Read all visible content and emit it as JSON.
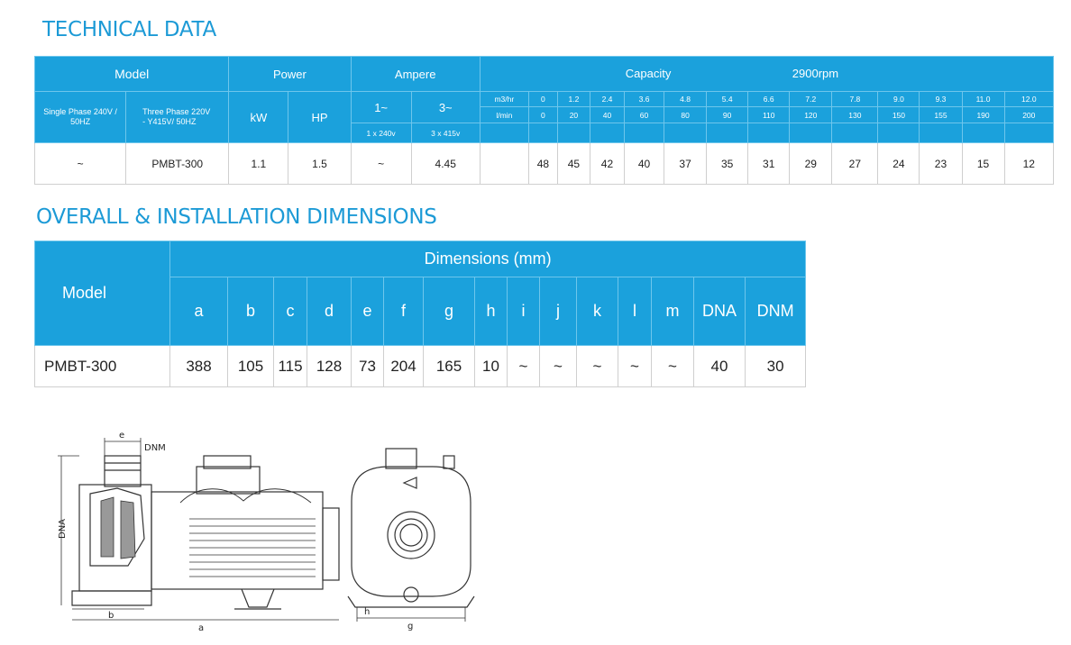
{
  "technical_data": {
    "title": "TECHNICAL DATA",
    "headers": {
      "model": "Model",
      "power": "Power",
      "ampere": "Ampere",
      "capacity": "Capacity",
      "rpm": "2900rpm",
      "single_phase": "Single Phase 240V / 50HZ",
      "three_phase": "Three Phase 220V - Y415V/ 50HZ",
      "kw": "kW",
      "hp": "HP",
      "one_phase": "1~",
      "three_phase_amp": "3~",
      "one_voltage": "1 x 240v",
      "three_voltage": "3 x 415v",
      "m3hr_label": "m3/hr",
      "lmin_label": "l/min"
    },
    "m3hr": [
      "0",
      "1.2",
      "2.4",
      "3.6",
      "4.8",
      "5.4",
      "6.6",
      "7.2",
      "7.8",
      "9.0",
      "9.3",
      "11.0",
      "12.0"
    ],
    "lmin": [
      "0",
      "20",
      "40",
      "60",
      "80",
      "90",
      "110",
      "120",
      "130",
      "150",
      "155",
      "190",
      "200"
    ],
    "row": {
      "single_phase": "~",
      "three_phase": "PMBT-300",
      "kw": "1.1",
      "hp": "1.5",
      "amp_1": "~",
      "amp_3": "4.45",
      "head": [
        "48",
        "45",
        "42",
        "40",
        "37",
        "35",
        "31",
        "29",
        "27",
        "24",
        "23",
        "15",
        "12"
      ]
    }
  },
  "dimensions": {
    "title": "OVERALL & INSTALLATION DIMENSIONS",
    "model_label": "Model",
    "group_label": "Dimensions  (mm)",
    "columns": [
      "a",
      "b",
      "c",
      "d",
      "e",
      "f",
      "g",
      "h",
      "i",
      "j",
      "k",
      "l",
      "m",
      "DNA",
      "DNM"
    ],
    "row": {
      "model": "PMBT-300",
      "values": [
        "388",
        "105",
        "115",
        "128",
        "73",
        "204",
        "165",
        "10",
        "~",
        "~",
        "~",
        "~",
        "~",
        "40",
        "30"
      ]
    }
  },
  "drawing": {
    "labels": {
      "e": "e",
      "dnm": "DNM",
      "dna": "DNA",
      "b": "b",
      "a": "a",
      "h": "h",
      "g": "g"
    }
  }
}
